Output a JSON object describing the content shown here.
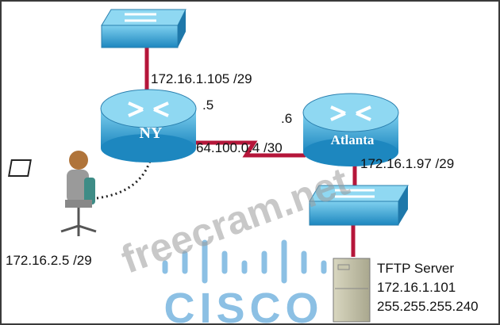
{
  "devices": {
    "router_ny": {
      "name": "NY"
    },
    "router_atlanta": {
      "name": "Atlanta"
    },
    "server": {
      "name": "TFTP Server",
      "ip": "172.16.1.101",
      "mask": "255.255.255.240"
    }
  },
  "labels": {
    "ny_lan": "172.16.1.105 /29",
    "ny_serial": ".5",
    "atlanta_serial": ".6",
    "wan_network": "64.100.0.4 /30",
    "atlanta_lan": "172.16.1.97 /29",
    "pc_ip": "172.16.2.5 /29"
  },
  "watermark": "freecram.net",
  "logo": "CISCO",
  "colors": {
    "link": "#b5163a",
    "device": "#3aa6d6",
    "logo": "#8cc0e4"
  }
}
